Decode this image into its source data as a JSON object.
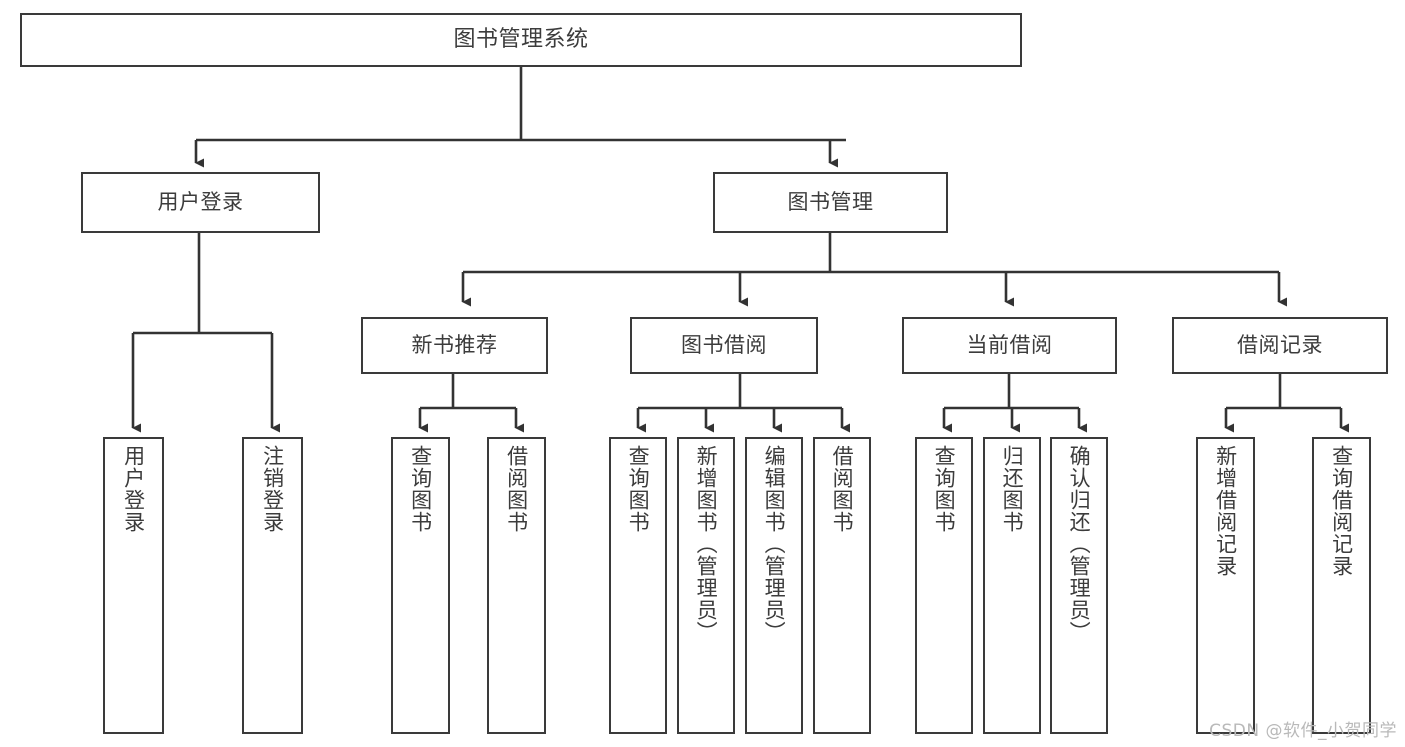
{
  "diagram": {
    "title": "图书管理系统",
    "type": "tree",
    "root": {
      "id": "root",
      "label": "图书管理系统",
      "orientation": "horizontal"
    },
    "level2": [
      {
        "id": "user-login",
        "label": "用户登录",
        "orientation": "horizontal"
      },
      {
        "id": "book-manage",
        "label": "图书管理",
        "orientation": "horizontal"
      }
    ],
    "level3": [
      {
        "id": "new-book-recommend",
        "label": "新书推荐",
        "orientation": "horizontal",
        "parent": "book-manage"
      },
      {
        "id": "book-borrow",
        "label": "图书借阅",
        "orientation": "horizontal",
        "parent": "book-manage"
      },
      {
        "id": "current-borrow",
        "label": "当前借阅",
        "orientation": "horizontal",
        "parent": "book-manage"
      },
      {
        "id": "borrow-record",
        "label": "借阅记录",
        "orientation": "horizontal",
        "parent": "book-manage"
      }
    ],
    "leaves": [
      {
        "id": "leaf-user-login",
        "label": "用户登录",
        "parent": "user-login"
      },
      {
        "id": "leaf-user-logout",
        "label": "注销登录",
        "parent": "user-login"
      },
      {
        "id": "leaf-query-book-1",
        "label": "查询图书",
        "parent": "new-book-recommend"
      },
      {
        "id": "leaf-borrow-book-1",
        "label": "借阅图书",
        "parent": "new-book-recommend"
      },
      {
        "id": "leaf-query-book-2",
        "label": "查询图书",
        "parent": "book-borrow"
      },
      {
        "id": "leaf-add-book",
        "label": "新增图书（管理员）",
        "parent": "book-borrow"
      },
      {
        "id": "leaf-edit-book",
        "label": "编辑图书（管理员）",
        "parent": "book-borrow"
      },
      {
        "id": "leaf-borrow-book-2",
        "label": "借阅图书",
        "parent": "book-borrow"
      },
      {
        "id": "leaf-query-book-3",
        "label": "查询图书",
        "parent": "current-borrow"
      },
      {
        "id": "leaf-return-book",
        "label": "归还图书",
        "parent": "current-borrow"
      },
      {
        "id": "leaf-confirm-return",
        "label": "确认归还（管理员）",
        "parent": "current-borrow"
      },
      {
        "id": "leaf-add-record",
        "label": "新增借阅记录",
        "parent": "borrow-record"
      },
      {
        "id": "leaf-query-record",
        "label": "查询借阅记录",
        "parent": "borrow-record"
      }
    ],
    "colors": {
      "border": "#3a3a3a",
      "text": "#3c3c3c",
      "background": "#ffffff",
      "connector": "#333333",
      "watermark": "#b9b9b9"
    }
  },
  "watermark": {
    "text": "CSDN @软件_小贺同学"
  }
}
